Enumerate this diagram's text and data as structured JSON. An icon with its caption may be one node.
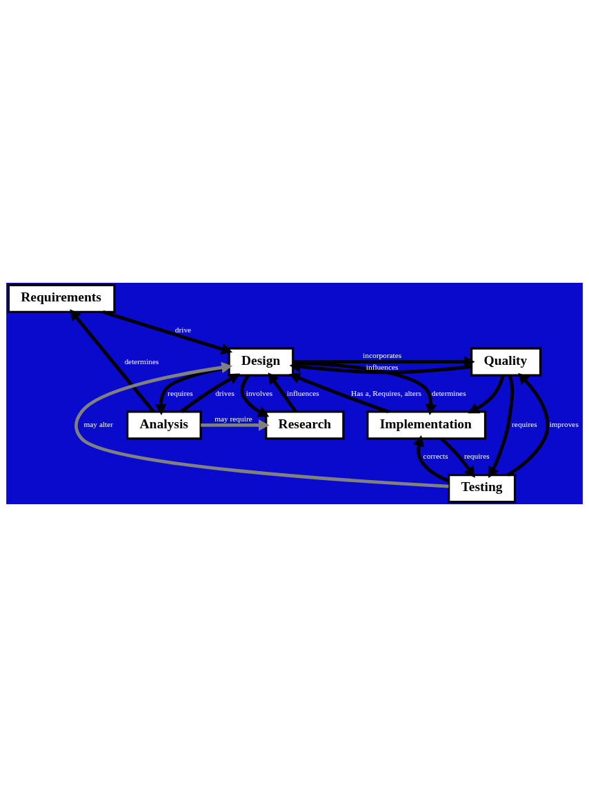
{
  "diagram": {
    "nodes": [
      {
        "text": [
          "Requirements"
        ]
      },
      {
        "text": [
          "Analysis"
        ]
      },
      {
        "text": [
          "Research"
        ]
      },
      {
        "text": [
          "Design"
        ]
      },
      {
        "text": [
          "Quality"
        ]
      },
      {
        "text": [
          "Implementation"
        ]
      },
      {
        "text": [
          "Testing"
        ]
      }
    ],
    "edges": [
      {
        "from": 1,
        "to": 0,
        "arrow": "to",
        "label": "determines"
      },
      {
        "from": 0,
        "to": 3,
        "arrow": "to",
        "label": "drive"
      },
      {
        "from": 1,
        "to": 2,
        "arrow": "to",
        "label": "may require",
        "color": "#808080"
      },
      {
        "from": 1,
        "to": 3,
        "arrow": "to",
        "label": "drives"
      },
      {
        "from": 2,
        "to": 3,
        "arrow": "to",
        "label": "influences"
      },
      {
        "from": 3,
        "to": 2,
        "arrow": "to",
        "label": "involves"
      },
      {
        "from": 3,
        "to": 1,
        "arrow": "to",
        "label": "requires"
      },
      {
        "from": 3,
        "to": 4,
        "arrow": "to",
        "label": "incorporates"
      },
      {
        "from": 4,
        "to": 3,
        "arrow": "to",
        "label": "influences"
      },
      {
        "from": 4,
        "to": 5,
        "arrow": "to"
      },
      {
        "from": 5,
        "to": 3,
        "arrow": "to",
        "label": "Has a, Requires, alters"
      },
      {
        "from": 3,
        "to": 5,
        "arrow": "to",
        "label": "determines"
      },
      {
        "from": 5,
        "to": 6,
        "arrow": "to",
        "label": "requires"
      },
      {
        "from": 6,
        "to": 5,
        "arrow": "to",
        "label": "corrects"
      },
      {
        "from": 6,
        "to": 3,
        "arrow": "to",
        "label": "may alter",
        "color": "#808080"
      },
      {
        "from": 4,
        "to": 6,
        "arrow": "to",
        "label": "requires"
      },
      {
        "from": 6,
        "to": 4,
        "arrow": "to",
        "label": "improves"
      }
    ]
  }
}
